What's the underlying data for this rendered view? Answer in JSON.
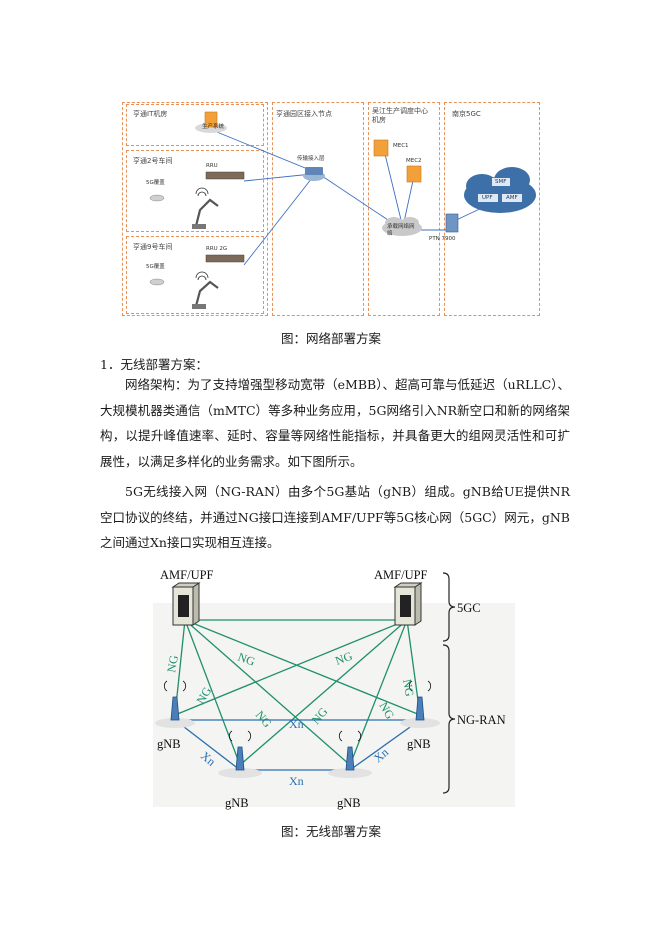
{
  "figure1": {
    "zones": {
      "it_room": "亨通IT机房",
      "workshop2": "亨通2号车间",
      "workshop9": "亨通9号车间",
      "access_node": "亨通园区接入节点",
      "scheduling": "吴江生产调度中心机房",
      "nanjing": "南京5GC"
    },
    "labels": {
      "biz_system": "生产系统",
      "rru1": "RRU",
      "rru2": "RRU 2G",
      "coverage1": "5G覆盖",
      "coverage2": "5G覆盖",
      "transport": "传输接入层",
      "mec1": "MEC1",
      "mec2": "MEC2",
      "core_net": "承载网络网络",
      "ptn": "PTN 7900",
      "smf": "SMF",
      "amf": "AMF",
      "upf": "UPF"
    },
    "caption": "图：网络部署方案"
  },
  "section": {
    "heading": "1．无线部署方案：",
    "para1": "网络架构：为了支持增强型移动宽带（eMBB）、超高可靠与低延迟（uRLLC）、大规模机器类通信（mMTC）等多种业务应用，5G网络引入NR新空口和新的网络架构，以提升峰值速率、延时、容量等网络性能指标，并具备更大的组网灵活性和可扩展性，以满足多样化的业务需求。如下图所示。",
    "para2": "5G无线接入网（NG-RAN）由多个5G基站（gNB）组成。gNB给UE提供NR空口协议的终结，并通过NG接口连接到AMF/UPF等5G核心网（5GC）网元，gNB之间通过Xn接口实现相互连接。"
  },
  "figure2": {
    "amf_left": "AMF/UPF",
    "amf_right": "AMF/UPF",
    "core_label": "5GC",
    "ran_label": "NG-RAN",
    "ng": "NG",
    "xn": "Xn",
    "gnb": "gNB",
    "caption": "图：无线部署方案"
  },
  "colors": {
    "dashed_border": "#e8925a",
    "link_green": "#1f8f6f",
    "link_blue": "#2a6fb0"
  }
}
